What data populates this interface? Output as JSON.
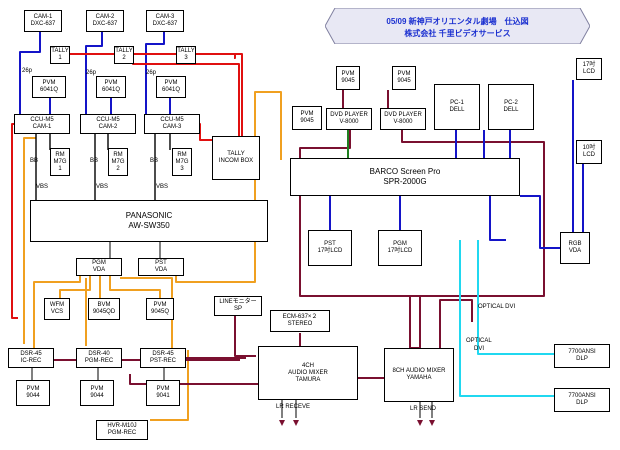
{
  "title": {
    "line1": "05/09 新神戸オリエンタル劇場　仕込図",
    "line2": "株式会社 千里ビデオサービス"
  },
  "colors": {
    "blue": "#1414c8",
    "red": "#e01010",
    "orange": "#f0a020",
    "maroon": "#7a1030",
    "cyan": "#20d8f0",
    "green": "#208020",
    "black": "#000000",
    "title_text": "#1a2fd0"
  },
  "nodes": {
    "cam1": {
      "lines": [
        "CAM-1",
        "DXC-637"
      ]
    },
    "cam2": {
      "lines": [
        "CAM-2",
        "DXC-637"
      ]
    },
    "cam3": {
      "lines": [
        "CAM-3",
        "DXC-637"
      ]
    },
    "tally1": {
      "lines": [
        "TALLY",
        "1"
      ]
    },
    "tally2": {
      "lines": [
        "TALLY",
        "2"
      ]
    },
    "tally3": {
      "lines": [
        "TALLY",
        "3"
      ]
    },
    "pvm_c1": {
      "lines": [
        "PVM",
        "6041Q"
      ]
    },
    "pvm_c2": {
      "lines": [
        "PVM",
        "6041Q"
      ]
    },
    "pvm_c3": {
      "lines": [
        "PVM",
        "6041Q"
      ]
    },
    "ccu1": {
      "lines": [
        "CCU-M5",
        "CAM-1"
      ]
    },
    "ccu2": {
      "lines": [
        "CCU-M5",
        "CAM-2"
      ]
    },
    "ccu3": {
      "lines": [
        "CCU-M5",
        "CAM-3"
      ]
    },
    "rm1": {
      "lines": [
        "RM",
        "M7G",
        "1"
      ]
    },
    "rm2": {
      "lines": [
        "RM",
        "M7G",
        "2"
      ]
    },
    "rm3": {
      "lines": [
        "RM",
        "M7G",
        "3"
      ]
    },
    "tally_incom": {
      "lines": [
        "TALLY",
        "INCOM BOX"
      ]
    },
    "switcher": {
      "lines": [
        "PANASONIC",
        "AW-SW350"
      ]
    },
    "pgm_vda": {
      "lines": [
        "PGM",
        "VDA"
      ]
    },
    "pst_vda": {
      "lines": [
        "PST",
        "VDA"
      ]
    },
    "wfm": {
      "lines": [
        "WFM",
        "VCS"
      ]
    },
    "bvm": {
      "lines": [
        "BVM",
        "9045QD"
      ]
    },
    "pvm_pst": {
      "lines": [
        "PVM",
        "9045Q"
      ]
    },
    "dsr_icrec": {
      "lines": [
        "DSR-45",
        "IC-REC"
      ]
    },
    "dsr_pgmrec": {
      "lines": [
        "DSR-40",
        "PGM-REC"
      ]
    },
    "dsr_pstrec": {
      "lines": [
        "DSR-45",
        "PST-REC"
      ]
    },
    "pvm_r1": {
      "lines": [
        "PVM",
        "9044"
      ]
    },
    "pvm_r2": {
      "lines": [
        "PVM",
        "9044"
      ]
    },
    "pvm_r3": {
      "lines": [
        "PVM",
        "9041"
      ]
    },
    "hvr": {
      "lines": [
        "HVR-M10J",
        "PGM-REC"
      ]
    },
    "line_monitor": {
      "lines": [
        "LINEモニター",
        "SP"
      ]
    },
    "ecm": {
      "lines": [
        "ECM-637×２",
        "STEREO"
      ]
    },
    "mixer4": {
      "lines": [
        "4CH",
        "AUDIO MIXER",
        "TAMURA"
      ]
    },
    "mixer8": {
      "lines": [
        "8CH AUDIO MIXER",
        "YAMAHA"
      ]
    },
    "pvm_9045": {
      "lines": [
        "PVM",
        "9045"
      ]
    },
    "pvm_a": {
      "lines": [
        "PVM",
        "9045"
      ]
    },
    "pvm_b": {
      "lines": [
        "PVM",
        "9045"
      ]
    },
    "dvd1": {
      "lines": [
        "DVD PLAYER",
        "V-8000"
      ]
    },
    "dvd2": {
      "lines": [
        "DVD PLAYER",
        "V-8000"
      ]
    },
    "pc1": {
      "lines": [
        "PC-1",
        "DELL"
      ]
    },
    "pc2": {
      "lines": [
        "PC-2",
        "DELL"
      ]
    },
    "lcd17": {
      "lines": [
        "17吋",
        "LCD"
      ]
    },
    "lcd10": {
      "lines": [
        "10吋",
        "LCD"
      ]
    },
    "barco": {
      "lines": [
        "BARCO Screen Pro",
        "SPR-2000G"
      ]
    },
    "pst_lcd": {
      "lines": [
        "PST",
        "17吋LCD"
      ]
    },
    "pgm_lcd": {
      "lines": [
        "PGM",
        "17吋LCD"
      ]
    },
    "rgb_vda": {
      "lines": [
        "RGB",
        "VDA"
      ]
    },
    "dlp1": {
      "lines": [
        "7700ANSI",
        "DLP"
      ]
    },
    "dlp2": {
      "lines": [
        "7700ANSI",
        "DLP"
      ]
    }
  },
  "labels": {
    "p26_1": "26p",
    "p26_2": "26p",
    "p26_3": "26p",
    "bb1": "BB",
    "bb2": "BB",
    "bb3": "BB",
    "vbs1": "VBS",
    "vbs2": "VBS",
    "vbs3": "VBS",
    "optical1": "OPTICAL  DVI",
    "optical2a": "OPTICAL",
    "optical2b": "DVI",
    "lr_receive": "LR RECEVE",
    "lr_send": "LR SEND"
  }
}
